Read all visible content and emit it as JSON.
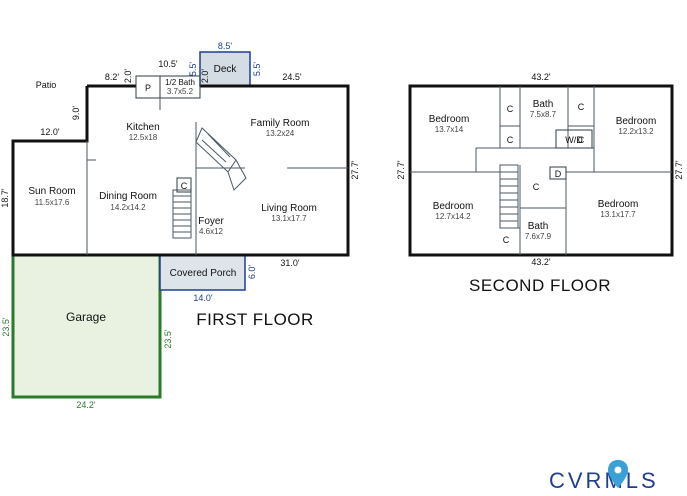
{
  "first_floor": {
    "title": "FIRST FLOOR",
    "rooms": [
      {
        "name": "Kitchen",
        "dims": "12.5x18"
      },
      {
        "name": "Family Room",
        "dims": "13.2x24"
      },
      {
        "name": "Sun Room",
        "dims": "11.5x17.6"
      },
      {
        "name": "Dining Room",
        "dims": "14.2x14.2"
      },
      {
        "name": "Foyer",
        "dims": "4.6x12"
      },
      {
        "name": "Living Room",
        "dims": "13.1x17.7"
      },
      {
        "name": "1/2 Bath",
        "dims": "3.7x5.2"
      },
      {
        "name": "Deck",
        "dims": ""
      },
      {
        "name": "Covered Porch",
        "dims": ""
      },
      {
        "name": "Garage",
        "dims": ""
      }
    ],
    "labels": {
      "patio": "Patio",
      "pantry": "P",
      "closet": "C"
    },
    "dimensions": {
      "deck_width": "8.5'",
      "deck_left": "5.5'",
      "deck_right": "5.5'",
      "top_10_5": "10.5'",
      "top_2_0": "2.0'",
      "left_2_0": "2.0'",
      "top_8_2": "8.2'",
      "top_24_5": "24.5'",
      "left_9_0": "9.0'",
      "sun_12_0": "12.0'",
      "sun_18_7": "18.7'",
      "right_27_7": "27.7'",
      "bottom_31_0": "31.0'",
      "porch_14_0": "14.0'",
      "porch_6_0": "6.0'",
      "garage_left": "23.5'",
      "garage_right": "23.5'",
      "garage_bottom": "24.2'"
    }
  },
  "second_floor": {
    "title": "SECOND FLOOR",
    "rooms": [
      {
        "name": "Bedroom",
        "dims": "13.7x14"
      },
      {
        "name": "Bath",
        "dims": "7.5x8.7"
      },
      {
        "name": "Bedroom",
        "dims": "12.2x13.2"
      },
      {
        "name": "Bedroom",
        "dims": "12.7x14.2"
      },
      {
        "name": "Bedroom",
        "dims": "13.1x17.7"
      },
      {
        "name": "Bath",
        "dims": "7.6x7.9"
      }
    ],
    "labels": {
      "closet": "C",
      "washer_dryer": "W/D",
      "dryer": "D"
    },
    "dimensions": {
      "top": "43.2'",
      "bottom": "43.2'",
      "left": "27.7'",
      "right": "27.7'"
    }
  },
  "brand": {
    "logo_text": "CVRMLS",
    "accent": "#1f3f8f"
  },
  "colors": {
    "garage_fill": "#e9f2e1",
    "garage_border": "#2a7a2a",
    "deck_fill": "#d3dde3",
    "porch_fill": "#dde4ea",
    "dim_blue": "#1f3f8f"
  }
}
